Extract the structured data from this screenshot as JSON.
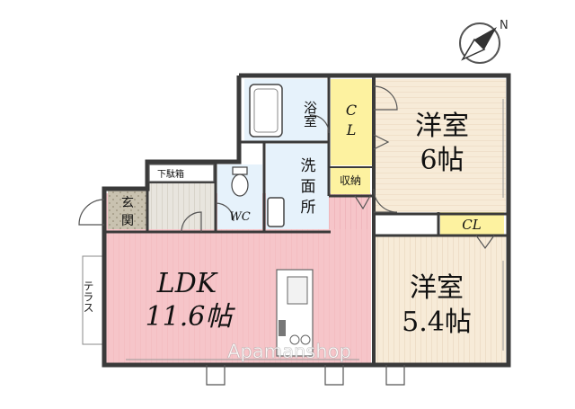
{
  "compass": {
    "label": "N"
  },
  "rooms": {
    "bath": {
      "label": "浴室"
    },
    "cl_top": {
      "line1": "C",
      "line2": "L"
    },
    "western_room_6": {
      "line1": "洋室",
      "line2": "6帖"
    },
    "washroom": {
      "line1": "洗",
      "line2": "面",
      "line3": "所"
    },
    "storage": {
      "label": "収納"
    },
    "shoe_box": {
      "label": "下駄箱"
    },
    "entrance": {
      "line1": "玄",
      "line2": "関"
    },
    "toilet": {
      "label": "WC"
    },
    "cl_right": {
      "label": "CL"
    },
    "ldk": {
      "line1": "LDK",
      "line2": "11.6帖"
    },
    "western_room_54": {
      "line1": "洋室",
      "line2": "5.4帖"
    },
    "terrace": {
      "label": "テラス"
    }
  },
  "watermark": {
    "text": "Apamanshop"
  },
  "colors": {
    "ldk_fill": "#f6c5c9",
    "western_fill": "#f7ebd8",
    "cl_fill": "#fdf2a0",
    "wet_fill": "#e6f2fb",
    "entrance_fill": "#c9c2b0",
    "wall": "#3a3a3a"
  }
}
